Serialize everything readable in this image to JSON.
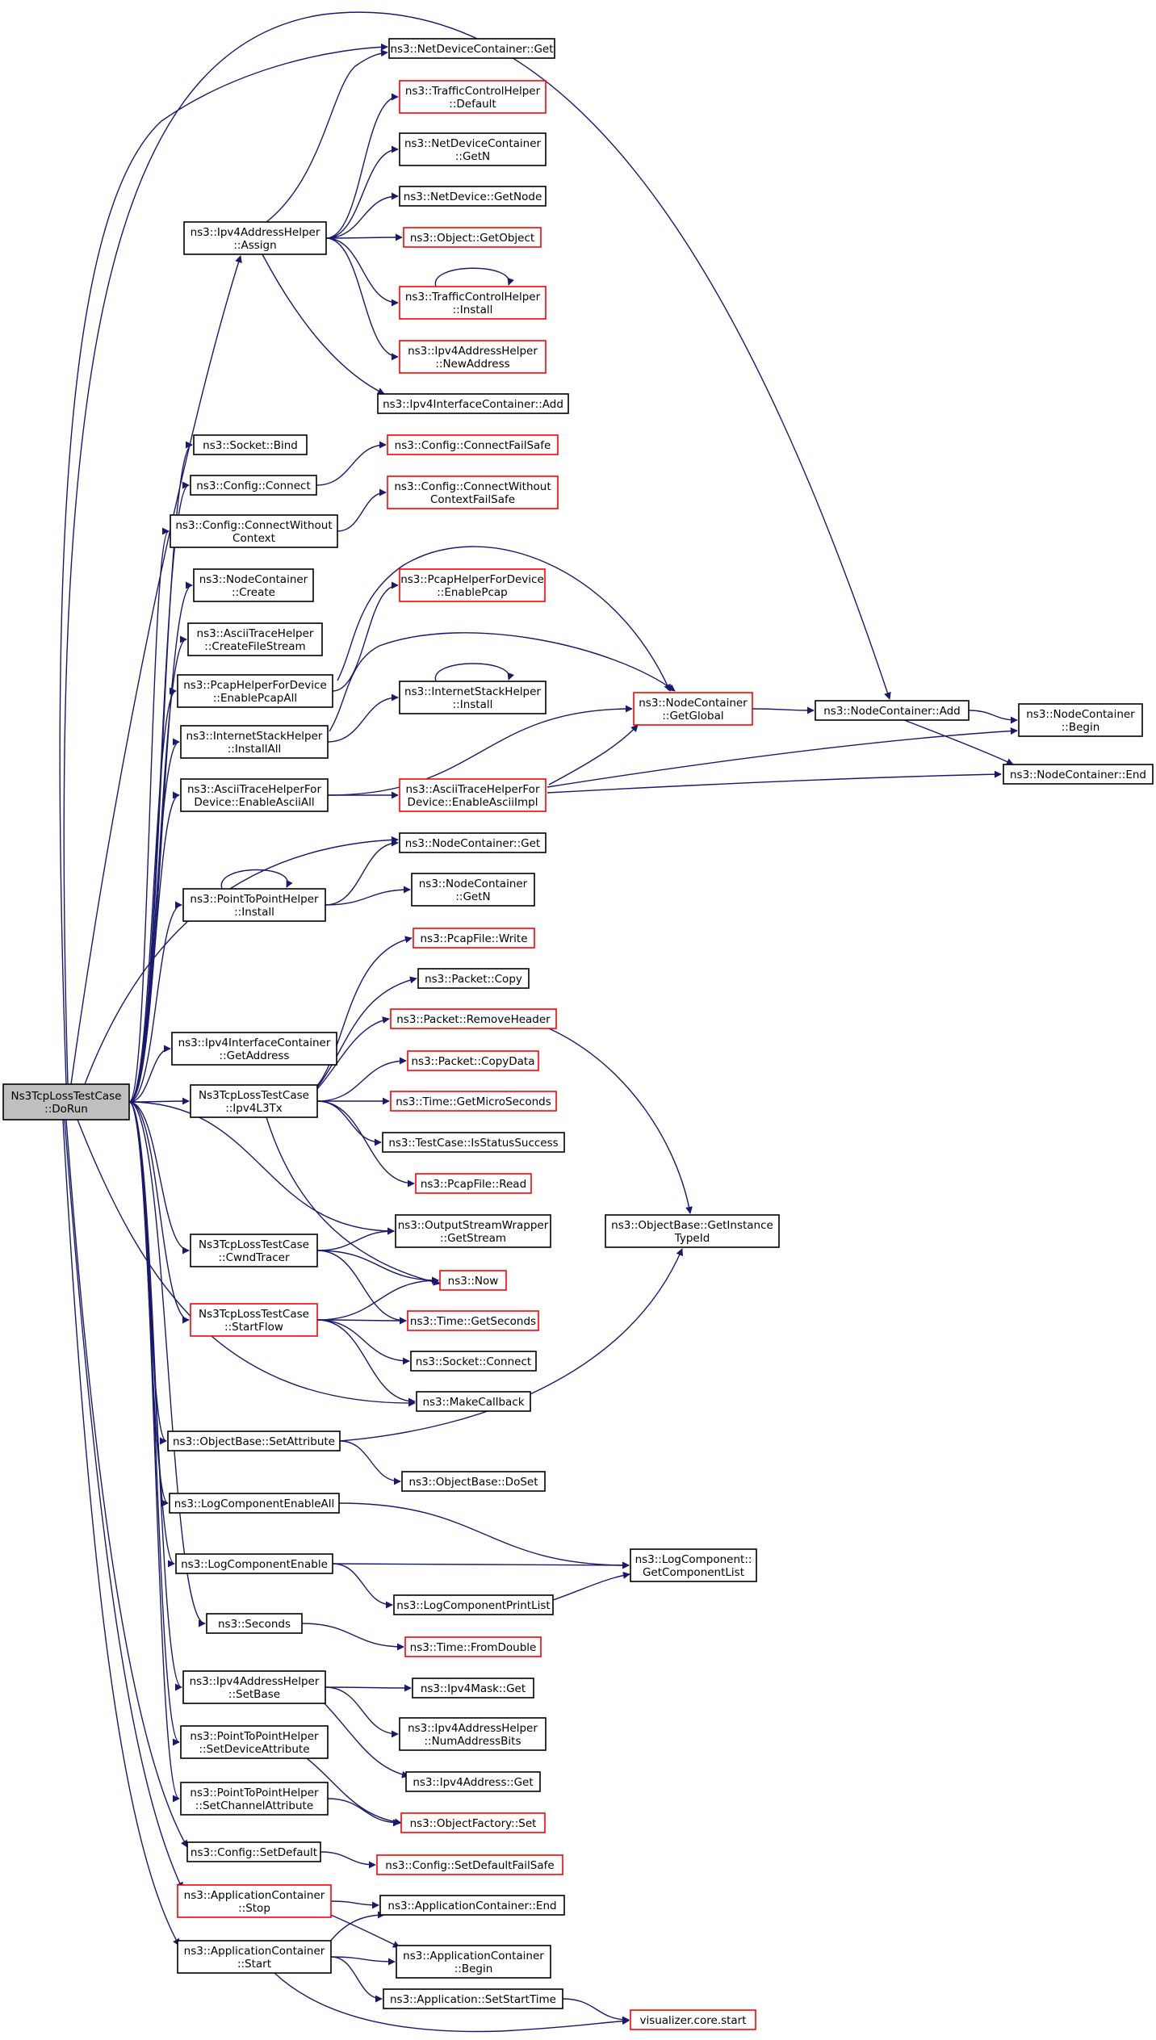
{
  "colors": {
    "edge": "#191970",
    "root_fill": "#bfbfbf",
    "node_fill": "#ffffff",
    "border_normal": "#000000",
    "border_truncated": "#ff0000"
  },
  "nodes": [
    {
      "id": "root",
      "lines": [
        "Ns3TcpLossTestCase",
        "::DoRun"
      ],
      "style": "root"
    },
    {
      "id": "ndc_get",
      "lines": [
        "ns3::NetDeviceContainer::Get"
      ],
      "style": "normal"
    },
    {
      "id": "tch_default",
      "lines": [
        "ns3::TrafficControlHelper",
        "::Default"
      ],
      "style": "truncated"
    },
    {
      "id": "ndc_getn",
      "lines": [
        "ns3::NetDeviceContainer",
        "::GetN"
      ],
      "style": "normal"
    },
    {
      "id": "nd_getnode",
      "lines": [
        "ns3::NetDevice::GetNode"
      ],
      "style": "normal"
    },
    {
      "id": "obj_getobject",
      "lines": [
        "ns3::Object::GetObject"
      ],
      "style": "truncated"
    },
    {
      "id": "ipv4ah_assign",
      "lines": [
        "ns3::Ipv4AddressHelper",
        "::Assign"
      ],
      "style": "normal"
    },
    {
      "id": "tch_install",
      "lines": [
        "ns3::TrafficControlHelper",
        "::Install"
      ],
      "style": "truncated"
    },
    {
      "id": "ipv4ah_newaddress",
      "lines": [
        "ns3::Ipv4AddressHelper",
        "::NewAddress"
      ],
      "style": "truncated"
    },
    {
      "id": "ipv4ic_add",
      "lines": [
        "ns3::Ipv4InterfaceContainer::Add"
      ],
      "style": "normal"
    },
    {
      "id": "socket_bind",
      "lines": [
        "ns3::Socket::Bind"
      ],
      "style": "normal"
    },
    {
      "id": "config_connect",
      "lines": [
        "ns3::Config::Connect"
      ],
      "style": "normal"
    },
    {
      "id": "config_connectfailsafe",
      "lines": [
        "ns3::Config::ConnectFailSafe"
      ],
      "style": "truncated"
    },
    {
      "id": "config_connectwithout",
      "lines": [
        "ns3::Config::ConnectWithout",
        "Context"
      ],
      "style": "normal"
    },
    {
      "id": "config_connectwithoutfs",
      "lines": [
        "ns3::Config::ConnectWithout",
        "ContextFailSafe"
      ],
      "style": "truncated"
    },
    {
      "id": "nc_create",
      "lines": [
        "ns3::NodeContainer",
        "::Create"
      ],
      "style": "normal"
    },
    {
      "id": "ath_createfilestream",
      "lines": [
        "ns3::AsciiTraceHelper",
        "::CreateFileStream"
      ],
      "style": "normal"
    },
    {
      "id": "phfd_enablepcap",
      "lines": [
        "ns3::PcapHelperForDevice",
        "::EnablePcap"
      ],
      "style": "truncated"
    },
    {
      "id": "phfd_enablepcapall",
      "lines": [
        "ns3::PcapHelperForDevice",
        "::EnablePcapAll"
      ],
      "style": "normal"
    },
    {
      "id": "ish_install",
      "lines": [
        "ns3::InternetStackHelper",
        "::Install"
      ],
      "style": "normal"
    },
    {
      "id": "ish_installall",
      "lines": [
        "ns3::InternetStackHelper",
        "::InstallAll"
      ],
      "style": "normal"
    },
    {
      "id": "nc_getglobal",
      "lines": [
        "ns3::NodeContainer",
        "::GetGlobal"
      ],
      "style": "truncated"
    },
    {
      "id": "nc_add",
      "lines": [
        "ns3::NodeContainer::Add"
      ],
      "style": "normal"
    },
    {
      "id": "nc_begin",
      "lines": [
        "ns3::NodeContainer",
        "::Begin"
      ],
      "style": "normal"
    },
    {
      "id": "nc_end",
      "lines": [
        "ns3::NodeContainer::End"
      ],
      "style": "normal"
    },
    {
      "id": "athfd_enableasciiall",
      "lines": [
        "ns3::AsciiTraceHelperFor",
        "Device::EnableAsciiAll"
      ],
      "style": "normal"
    },
    {
      "id": "athfd_enableasciiimpl",
      "lines": [
        "ns3::AsciiTraceHelperFor",
        "Device::EnableAsciiImpl"
      ],
      "style": "truncated"
    },
    {
      "id": "nc_get",
      "lines": [
        "ns3::NodeContainer::Get"
      ],
      "style": "normal"
    },
    {
      "id": "p2ph_install",
      "lines": [
        "ns3::PointToPointHelper",
        "::Install"
      ],
      "style": "normal"
    },
    {
      "id": "nc_getn",
      "lines": [
        "ns3::NodeContainer",
        "::GetN"
      ],
      "style": "normal"
    },
    {
      "id": "pcapfile_write",
      "lines": [
        "ns3::PcapFile::Write"
      ],
      "style": "truncated"
    },
    {
      "id": "packet_copy",
      "lines": [
        "ns3::Packet::Copy"
      ],
      "style": "normal"
    },
    {
      "id": "packet_removeheader",
      "lines": [
        "ns3::Packet::RemoveHeader"
      ],
      "style": "truncated"
    },
    {
      "id": "ipv4ic_getaddress",
      "lines": [
        "ns3::Ipv4InterfaceContainer",
        "::GetAddress"
      ],
      "style": "normal"
    },
    {
      "id": "packet_copydata",
      "lines": [
        "ns3::Packet::CopyData"
      ],
      "style": "truncated"
    },
    {
      "id": "tltc_ipv4l3tx",
      "lines": [
        "Ns3TcpLossTestCase",
        "::Ipv4L3Tx"
      ],
      "style": "normal"
    },
    {
      "id": "time_getmicroseconds",
      "lines": [
        "ns3::Time::GetMicroSeconds"
      ],
      "style": "truncated"
    },
    {
      "id": "testcase_isstatussuccess",
      "lines": [
        "ns3::TestCase::IsStatusSuccess"
      ],
      "style": "normal"
    },
    {
      "id": "pcapfile_read",
      "lines": [
        "ns3::PcapFile::Read"
      ],
      "style": "truncated"
    },
    {
      "id": "osw_getstream",
      "lines": [
        "ns3::OutputStreamWrapper",
        "::GetStream"
      ],
      "style": "normal"
    },
    {
      "id": "objectbase_getinstancetypeid",
      "lines": [
        "ns3::ObjectBase::GetInstance",
        "TypeId"
      ],
      "style": "normal"
    },
    {
      "id": "tltc_cwndtracer",
      "lines": [
        "Ns3TcpLossTestCase",
        "::CwndTracer"
      ],
      "style": "normal"
    },
    {
      "id": "now",
      "lines": [
        "ns3::Now"
      ],
      "style": "truncated"
    },
    {
      "id": "tltc_startflow",
      "lines": [
        "Ns3TcpLossTestCase",
        "::StartFlow"
      ],
      "style": "truncated"
    },
    {
      "id": "time_getseconds",
      "lines": [
        "ns3::Time::GetSeconds"
      ],
      "style": "truncated"
    },
    {
      "id": "socket_connect",
      "lines": [
        "ns3::Socket::Connect"
      ],
      "style": "normal"
    },
    {
      "id": "makecallback",
      "lines": [
        "ns3::MakeCallback"
      ],
      "style": "normal"
    },
    {
      "id": "objectbase_setattribute",
      "lines": [
        "ns3::ObjectBase::SetAttribute"
      ],
      "style": "normal"
    },
    {
      "id": "objectbase_doset",
      "lines": [
        "ns3::ObjectBase::DoSet"
      ],
      "style": "normal"
    },
    {
      "id": "logcomponentenableall",
      "lines": [
        "ns3::LogComponentEnableAll"
      ],
      "style": "normal"
    },
    {
      "id": "logcomponent_getcomponentlist",
      "lines": [
        "ns3::LogComponent::",
        "GetComponentList"
      ],
      "style": "normal"
    },
    {
      "id": "logcomponentenable",
      "lines": [
        "ns3::LogComponentEnable"
      ],
      "style": "normal"
    },
    {
      "id": "logcomponentprintlist",
      "lines": [
        "ns3::LogComponentPrintList"
      ],
      "style": "normal"
    },
    {
      "id": "seconds",
      "lines": [
        "ns3::Seconds"
      ],
      "style": "normal"
    },
    {
      "id": "time_fromdouble",
      "lines": [
        "ns3::Time::FromDouble"
      ],
      "style": "truncated"
    },
    {
      "id": "ipv4ah_setbase",
      "lines": [
        "ns3::Ipv4AddressHelper",
        "::SetBase"
      ],
      "style": "normal"
    },
    {
      "id": "ipv4mask_get",
      "lines": [
        "ns3::Ipv4Mask::Get"
      ],
      "style": "normal"
    },
    {
      "id": "ipv4ah_numaddressbits",
      "lines": [
        "ns3::Ipv4AddressHelper",
        "::NumAddressBits"
      ],
      "style": "normal"
    },
    {
      "id": "p2ph_setdeviceattribute",
      "lines": [
        "ns3::PointToPointHelper",
        "::SetDeviceAttribute"
      ],
      "style": "normal"
    },
    {
      "id": "ipv4address_get",
      "lines": [
        "ns3::Ipv4Address::Get"
      ],
      "style": "normal"
    },
    {
      "id": "p2ph_setchannelattribute",
      "lines": [
        "ns3::PointToPointHelper",
        "::SetChannelAttribute"
      ],
      "style": "normal"
    },
    {
      "id": "objectfactory_set",
      "lines": [
        "ns3::ObjectFactory::Set"
      ],
      "style": "truncated"
    },
    {
      "id": "config_setdefault",
      "lines": [
        "ns3::Config::SetDefault"
      ],
      "style": "normal"
    },
    {
      "id": "config_setdefaultfailsafe",
      "lines": [
        "ns3::Config::SetDefaultFailSafe"
      ],
      "style": "truncated"
    },
    {
      "id": "appcontainer_stop",
      "lines": [
        "ns3::ApplicationContainer",
        "::Stop"
      ],
      "style": "truncated"
    },
    {
      "id": "appcontainer_end",
      "lines": [
        "ns3::ApplicationContainer::End"
      ],
      "style": "normal"
    },
    {
      "id": "appcontainer_start",
      "lines": [
        "ns3::ApplicationContainer",
        "::Start"
      ],
      "style": "normal"
    },
    {
      "id": "appcontainer_begin",
      "lines": [
        "ns3::ApplicationContainer",
        "::Begin"
      ],
      "style": "normal"
    },
    {
      "id": "application_setstarttime",
      "lines": [
        "ns3::Application::SetStartTime"
      ],
      "style": "normal"
    },
    {
      "id": "visualizer_core_start",
      "lines": [
        "visualizer.core.start"
      ],
      "style": "truncated"
    }
  ],
  "edges": [
    [
      "root",
      "ndc_get"
    ],
    [
      "root",
      "ipv4ah_assign"
    ],
    [
      "root",
      "nc_add"
    ],
    [
      "root",
      "socket_bind"
    ],
    [
      "root",
      "config_connect"
    ],
    [
      "root",
      "config_connectwithout"
    ],
    [
      "root",
      "nc_create"
    ],
    [
      "root",
      "ath_createfilestream"
    ],
    [
      "root",
      "phfd_enablepcapall"
    ],
    [
      "root",
      "ish_installall"
    ],
    [
      "root",
      "athfd_enableasciiall"
    ],
    [
      "root",
      "nc_get"
    ],
    [
      "root",
      "p2ph_install"
    ],
    [
      "root",
      "ipv4ic_getaddress"
    ],
    [
      "root",
      "tltc_ipv4l3tx"
    ],
    [
      "root",
      "osw_getstream"
    ],
    [
      "root",
      "tltc_cwndtracer"
    ],
    [
      "root",
      "tltc_startflow"
    ],
    [
      "root",
      "makecallback"
    ],
    [
      "root",
      "objectbase_setattribute"
    ],
    [
      "root",
      "logcomponentenableall"
    ],
    [
      "root",
      "logcomponentenable"
    ],
    [
      "root",
      "seconds"
    ],
    [
      "root",
      "ipv4ah_setbase"
    ],
    [
      "root",
      "p2ph_setdeviceattribute"
    ],
    [
      "root",
      "p2ph_setchannelattribute"
    ],
    [
      "root",
      "config_setdefault"
    ],
    [
      "root",
      "appcontainer_stop"
    ],
    [
      "root",
      "appcontainer_start"
    ],
    [
      "ipv4ah_assign",
      "ndc_get"
    ],
    [
      "ipv4ah_assign",
      "tch_default"
    ],
    [
      "ipv4ah_assign",
      "ndc_getn"
    ],
    [
      "ipv4ah_assign",
      "nd_getnode"
    ],
    [
      "ipv4ah_assign",
      "obj_getobject"
    ],
    [
      "ipv4ah_assign",
      "tch_install"
    ],
    [
      "ipv4ah_assign",
      "ipv4ah_newaddress"
    ],
    [
      "ipv4ah_assign",
      "ipv4ic_add"
    ],
    [
      "tch_install",
      "tch_install"
    ],
    [
      "config_connect",
      "config_connectfailsafe"
    ],
    [
      "config_connectwithout",
      "config_connectwithoutfs"
    ],
    [
      "phfd_enablepcapall",
      "phfd_enablepcap"
    ],
    [
      "phfd_enablepcapall",
      "nc_getglobal"
    ],
    [
      "ish_installall",
      "ish_install"
    ],
    [
      "ish_installall",
      "nc_getglobal"
    ],
    [
      "ish_install",
      "ish_install"
    ],
    [
      "athfd_enableasciiall",
      "athfd_enableasciiimpl"
    ],
    [
      "athfd_enableasciiall",
      "nc_getglobal"
    ],
    [
      "athfd_enableasciiimpl",
      "nc_getglobal"
    ],
    [
      "athfd_enableasciiimpl",
      "nc_begin"
    ],
    [
      "athfd_enableasciiimpl",
      "nc_end"
    ],
    [
      "nc_getglobal",
      "nc_add"
    ],
    [
      "nc_add",
      "nc_begin"
    ],
    [
      "nc_add",
      "nc_end"
    ],
    [
      "p2ph_install",
      "p2ph_install"
    ],
    [
      "p2ph_install",
      "nc_get"
    ],
    [
      "p2ph_install",
      "nc_getn"
    ],
    [
      "tltc_ipv4l3tx",
      "pcapfile_write"
    ],
    [
      "tltc_ipv4l3tx",
      "packet_copy"
    ],
    [
      "tltc_ipv4l3tx",
      "packet_removeheader"
    ],
    [
      "tltc_ipv4l3tx",
      "packet_copydata"
    ],
    [
      "tltc_ipv4l3tx",
      "time_getmicroseconds"
    ],
    [
      "tltc_ipv4l3tx",
      "testcase_isstatussuccess"
    ],
    [
      "tltc_ipv4l3tx",
      "pcapfile_read"
    ],
    [
      "tltc_ipv4l3tx",
      "now"
    ],
    [
      "packet_removeheader",
      "objectbase_getinstancetypeid"
    ],
    [
      "tltc_cwndtracer",
      "osw_getstream"
    ],
    [
      "tltc_cwndtracer",
      "now"
    ],
    [
      "tltc_cwndtracer",
      "time_getseconds"
    ],
    [
      "tltc_startflow",
      "now"
    ],
    [
      "tltc_startflow",
      "time_getseconds"
    ],
    [
      "tltc_startflow",
      "socket_connect"
    ],
    [
      "tltc_startflow",
      "makecallback"
    ],
    [
      "objectbase_setattribute",
      "objectbase_getinstancetypeid"
    ],
    [
      "objectbase_setattribute",
      "objectbase_doset"
    ],
    [
      "logcomponentenableall",
      "logcomponent_getcomponentlist"
    ],
    [
      "logcomponentenable",
      "logcomponent_getcomponentlist"
    ],
    [
      "logcomponentenable",
      "logcomponentprintlist"
    ],
    [
      "logcomponentprintlist",
      "logcomponent_getcomponentlist"
    ],
    [
      "seconds",
      "time_fromdouble"
    ],
    [
      "ipv4ah_setbase",
      "ipv4mask_get"
    ],
    [
      "ipv4ah_setbase",
      "ipv4ah_numaddressbits"
    ],
    [
      "ipv4ah_setbase",
      "ipv4address_get"
    ],
    [
      "p2ph_setdeviceattribute",
      "objectfactory_set"
    ],
    [
      "p2ph_setchannelattribute",
      "objectfactory_set"
    ],
    [
      "config_setdefault",
      "config_setdefaultfailsafe"
    ],
    [
      "appcontainer_stop",
      "appcontainer_end"
    ],
    [
      "appcontainer_stop",
      "appcontainer_begin"
    ],
    [
      "appcontainer_start",
      "appcontainer_end"
    ],
    [
      "appcontainer_start",
      "appcontainer_begin"
    ],
    [
      "appcontainer_start",
      "application_setstarttime"
    ],
    [
      "appcontainer_start",
      "visualizer_core_start"
    ],
    [
      "application_setstarttime",
      "visualizer_core_start"
    ]
  ]
}
